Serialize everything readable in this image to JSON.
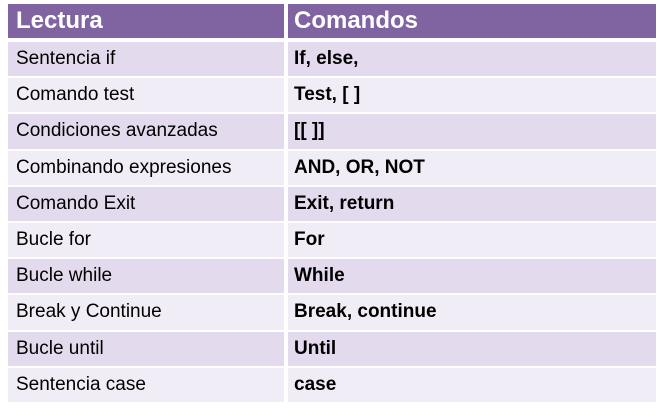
{
  "table": {
    "headers": {
      "col1": "Lectura",
      "col2": "Comandos"
    },
    "rows": [
      {
        "lectura": "Sentencia if",
        "comandos": "If, else,"
      },
      {
        "lectura": "Comando test",
        "comandos": "Test, [ ]"
      },
      {
        "lectura": "Condiciones avanzadas",
        "comandos": "[[ ]]"
      },
      {
        "lectura": "Combinando expresiones",
        "comandos": "AND, OR, NOT"
      },
      {
        "lectura": "Comando Exit",
        "comandos": "Exit, return"
      },
      {
        "lectura": "Bucle for",
        "comandos": "For"
      },
      {
        "lectura": "Bucle while",
        "comandos": "While"
      },
      {
        "lectura": "Break y Continue",
        "comandos": "Break, continue"
      },
      {
        "lectura": "Bucle until",
        "comandos": "Until"
      },
      {
        "lectura": "Sentencia case",
        "comandos": "case"
      }
    ],
    "colors": {
      "header_bg": "#8064a2",
      "row_odd_bg": "#e3dbed",
      "row_even_bg": "#f1edf6"
    }
  }
}
